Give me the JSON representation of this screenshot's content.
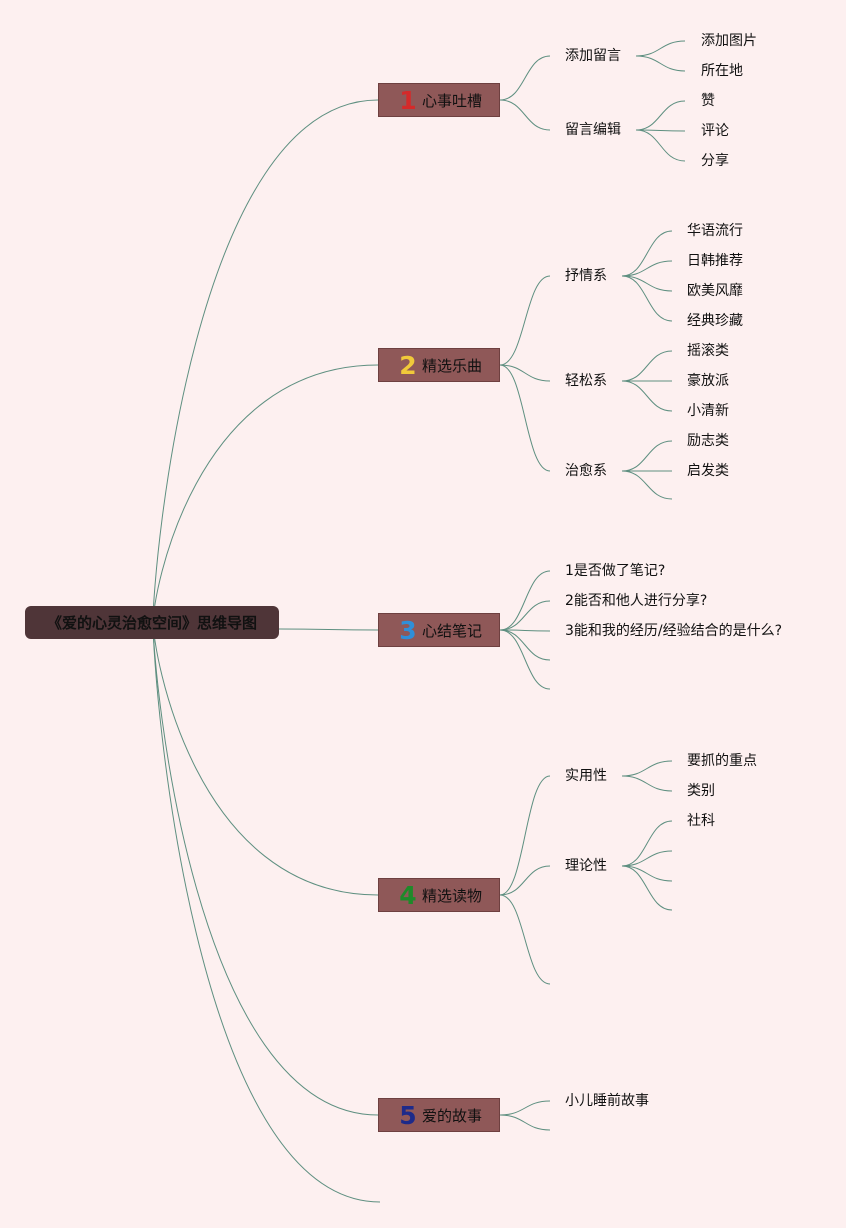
{
  "root": {
    "label": "《爱的心灵治愈空间》思维导图"
  },
  "branches": [
    {
      "num": "1",
      "label": "心事吐槽",
      "num_color": "#d42a2a",
      "children": [
        {
          "label": "添加留言",
          "children": [
            "添加图片",
            "所在地"
          ]
        },
        {
          "label": "留言编辑",
          "children": [
            "赞",
            "评论",
            "分享"
          ]
        }
      ]
    },
    {
      "num": "2",
      "label": "精选乐曲",
      "num_color": "#f0c93a",
      "children": [
        {
          "label": "抒情系",
          "children": [
            "华语流行",
            "日韩推荐",
            "欧美风靡",
            "经典珍藏"
          ]
        },
        {
          "label": "轻松系",
          "children": [
            "摇滚类",
            "豪放派",
            "小清新"
          ]
        },
        {
          "label": "治愈系",
          "children": [
            "励志类",
            "启发类"
          ]
        }
      ]
    },
    {
      "num": "3",
      "label": "心结笔记",
      "num_color": "#2f8fd8",
      "children": [
        {
          "label": "1是否做了笔记?"
        },
        {
          "label": "2能否和他人进行分享?"
        },
        {
          "label": "3能和我的经历/经验结合的是什么?"
        }
      ]
    },
    {
      "num": "4",
      "label": "精选读物",
      "num_color": "#1f8a2a",
      "children": [
        {
          "label": "实用性",
          "children": [
            "要抓的重点",
            "类别"
          ]
        },
        {
          "label": "理论性",
          "children": [
            "社科"
          ]
        }
      ]
    },
    {
      "num": "5",
      "label": "爱的故事",
      "num_color": "#1d2a8a",
      "children": [
        {
          "label": "小儿睡前故事"
        }
      ]
    }
  ],
  "colors": {
    "line": "#5e8f80",
    "branch_fill": "#8f5858",
    "root_fill": "#4f3538",
    "background": "#fdf0f0"
  }
}
